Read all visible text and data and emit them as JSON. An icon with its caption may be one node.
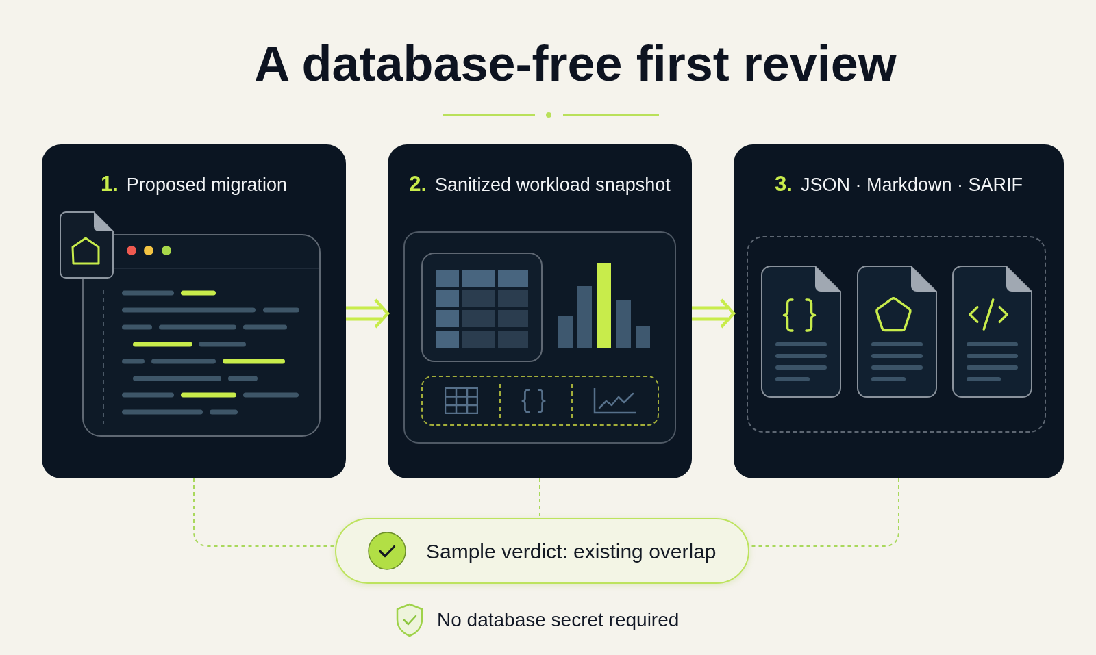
{
  "diagram": {
    "title": "A database-free first review",
    "nodes": [
      {
        "text": [
          "1.",
          "Proposed migration"
        ]
      },
      {
        "text": [
          "2.",
          "Sanitized workload snapshot"
        ]
      },
      {
        "text": [
          "3.",
          "JSON · Markdown · SARIF"
        ]
      },
      {
        "text": [
          "Sample verdict: existing overlap"
        ]
      }
    ],
    "edges": [
      {
        "from": 0,
        "to": 1,
        "arrow": "to",
        "style": "thick"
      },
      {
        "from": 1,
        "to": 2,
        "arrow": "to",
        "style": "thick"
      },
      {
        "from": 0,
        "to": 3,
        "arrow": "none",
        "style": "dashed"
      },
      {
        "from": 1,
        "to": 3,
        "arrow": "none",
        "style": "dashed"
      },
      {
        "from": 2,
        "to": 3,
        "arrow": "none",
        "style": "dashed"
      }
    ],
    "labels": [
      "No database secret required"
    ]
  }
}
